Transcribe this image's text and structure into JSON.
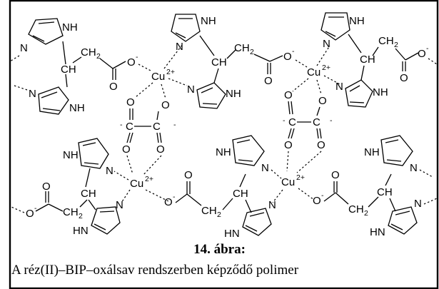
{
  "figure": {
    "title": "14. ábra:",
    "caption": "A réz(II)–BIP–oxálsav rendszerben képződő polimer"
  },
  "labels": {
    "NH": "NH",
    "HN": "HN",
    "N": "N",
    "Cu": "Cu",
    "charge2": "2+",
    "O": "O",
    "Ominus": "O",
    "minus": "-",
    "C": "C",
    "CH": "CH",
    "CH2": "CH",
    "sub2": "2"
  }
}
